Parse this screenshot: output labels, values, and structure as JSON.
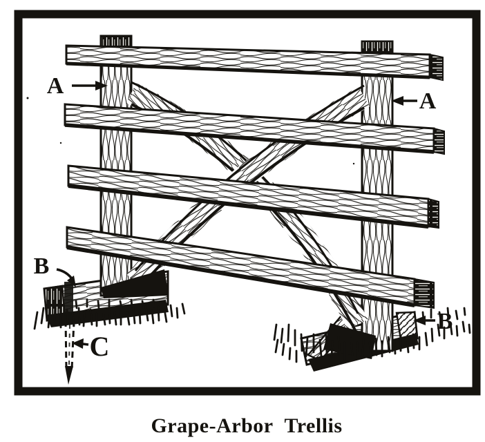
{
  "figure": {
    "caption": "Grape-Arbor Trellis",
    "labels": {
      "left_post": "A",
      "right_post": "A",
      "left_sill": "B",
      "right_sill": "B",
      "buried_stake": "C"
    },
    "colors": {
      "ink": "#15130f",
      "paper": "#ffffff"
    }
  }
}
